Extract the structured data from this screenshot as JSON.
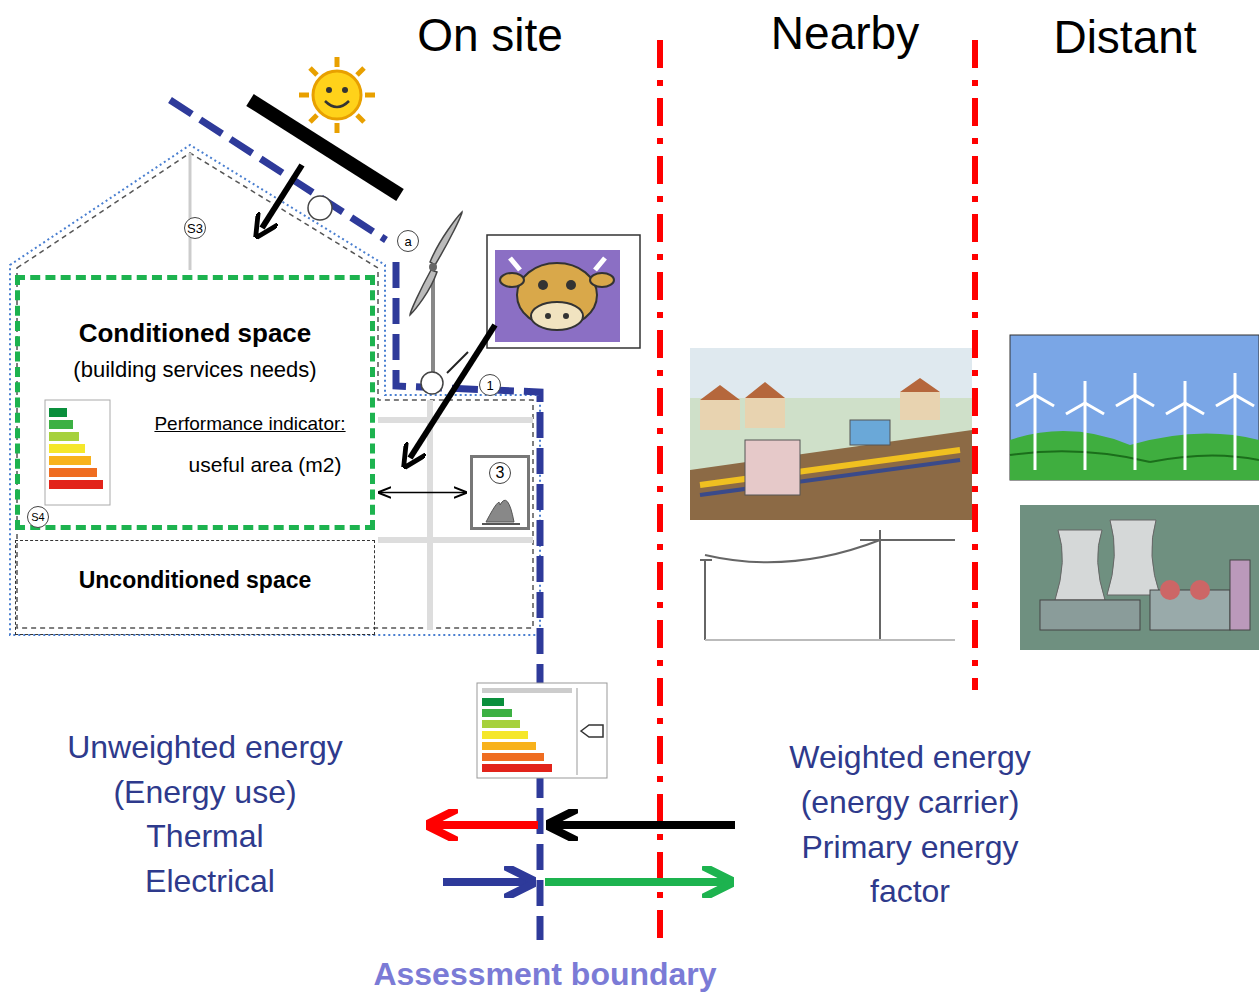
{
  "diagram": {
    "nodes": [
      {
        "text": [
          "Conditioned space",
          "(building services needs)",
          "Performance indicator:",
          "useful area (m2)"
        ]
      },
      {
        "text": [
          "Unconditioned space"
        ]
      },
      {
        "text": [
          "3"
        ]
      }
    ],
    "edges": [
      {
        "from": 0,
        "to": 2,
        "arrow": "both"
      }
    ],
    "labels": [
      "On site",
      "Nearby",
      "Distant",
      "S3",
      "a",
      "1",
      "S4",
      "Unweighted energy",
      "(Energy use)",
      "Thermal",
      "Electrical",
      "Weighted energy",
      "(energy carrier)",
      "Primary energy",
      "factor",
      "Assessment boundary"
    ]
  }
}
